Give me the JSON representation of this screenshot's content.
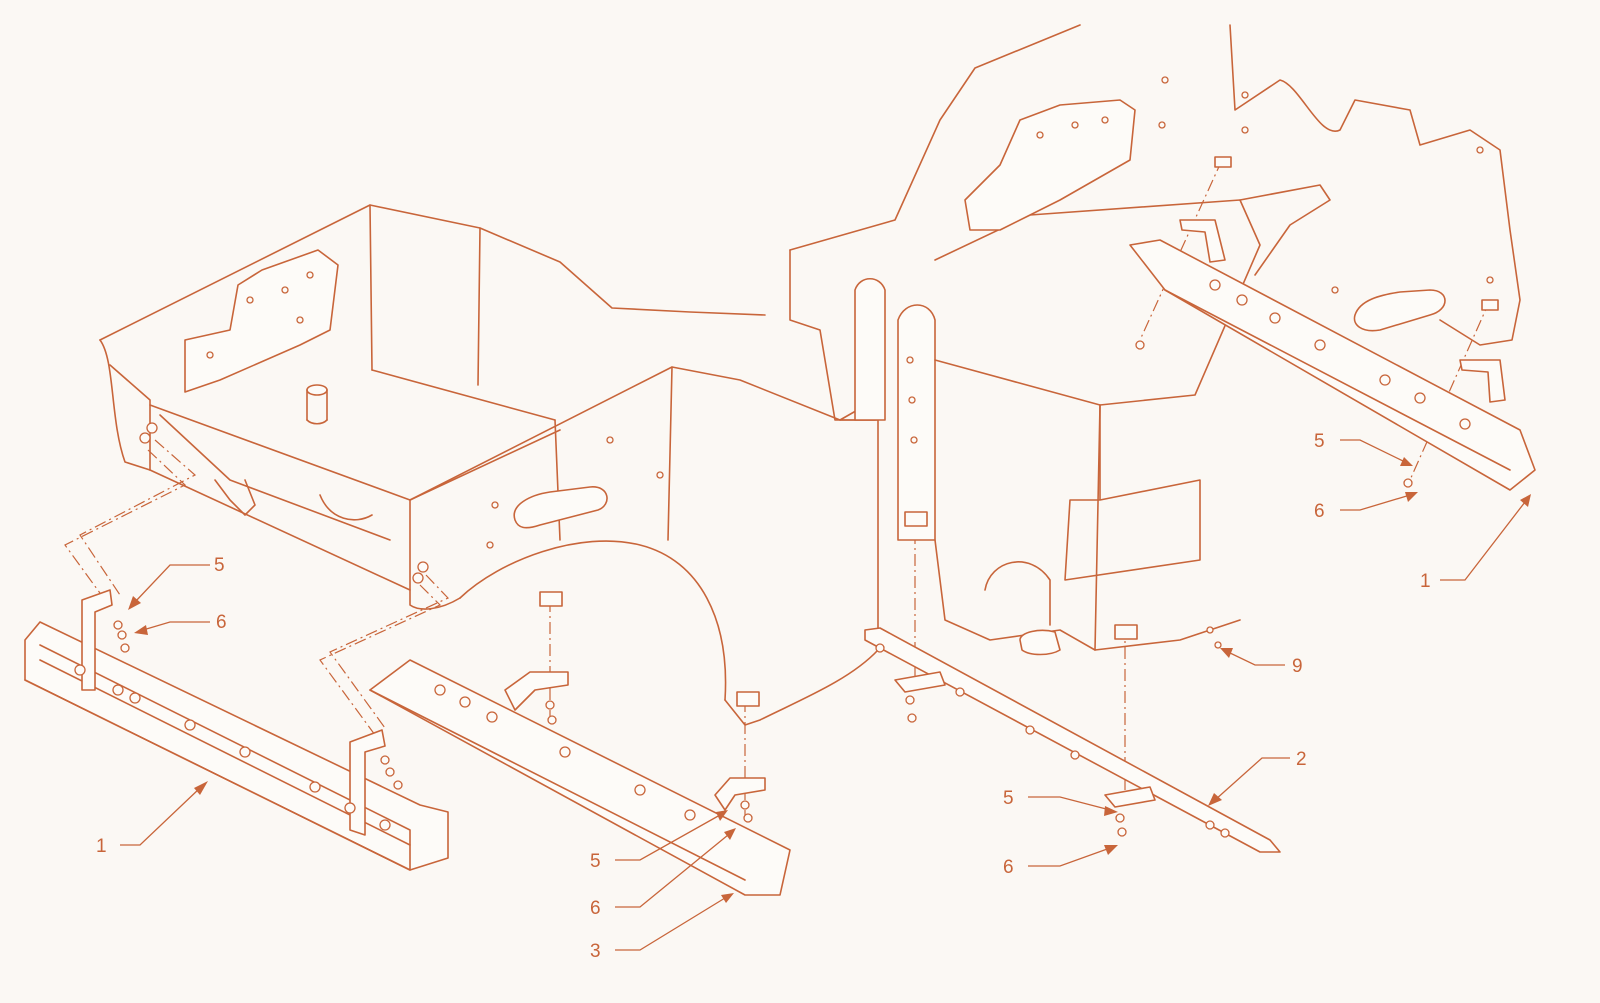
{
  "diagram": {
    "line_color": "#c8653a",
    "background_color": "#fbf8f4",
    "callouts": [
      {
        "id": "c1-left",
        "label": "1"
      },
      {
        "id": "c5-left",
        "label": "5"
      },
      {
        "id": "c6-left",
        "label": "6"
      },
      {
        "id": "c5-mid",
        "label": "5"
      },
      {
        "id": "c6-mid",
        "label": "6"
      },
      {
        "id": "c3-mid",
        "label": "3"
      },
      {
        "id": "c5-right",
        "label": "5"
      },
      {
        "id": "c6-right",
        "label": "6"
      },
      {
        "id": "c2-right",
        "label": "2"
      },
      {
        "id": "c9-right",
        "label": "9"
      },
      {
        "id": "c5-top",
        "label": "5"
      },
      {
        "id": "c6-top",
        "label": "6"
      },
      {
        "id": "c1-top",
        "label": "1"
      }
    ]
  }
}
